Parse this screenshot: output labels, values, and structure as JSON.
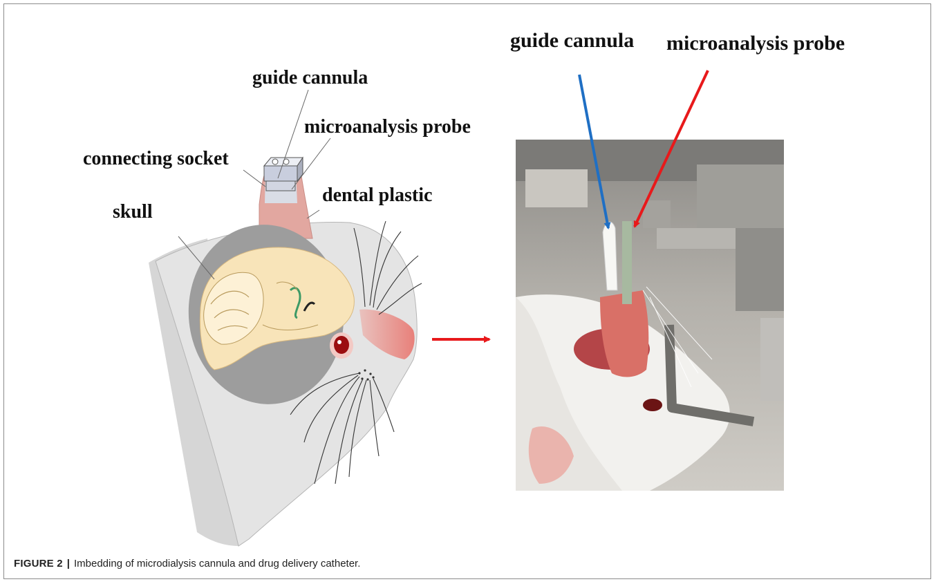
{
  "figure": {
    "label": "FIGURE 2",
    "separator": "|",
    "caption": "Imbedding of microdialysis cannula and drug delivery catheter."
  },
  "diagram": {
    "labels": {
      "guide_cannula": "guide cannula",
      "microanalysis_probe": "microanalysis probe",
      "connecting_socket": "connecting socket",
      "dental_plastic": "dental plastic",
      "skull": "skull"
    }
  },
  "photo": {
    "labels": {
      "guide_cannula": "guide cannula",
      "microanalysis_probe": "microanalysis probe"
    },
    "arrow_colors": {
      "guide_cannula": "#1f6fc4",
      "microanalysis_probe": "#e8191b"
    }
  },
  "transition_arrow_color": "#e8191b"
}
